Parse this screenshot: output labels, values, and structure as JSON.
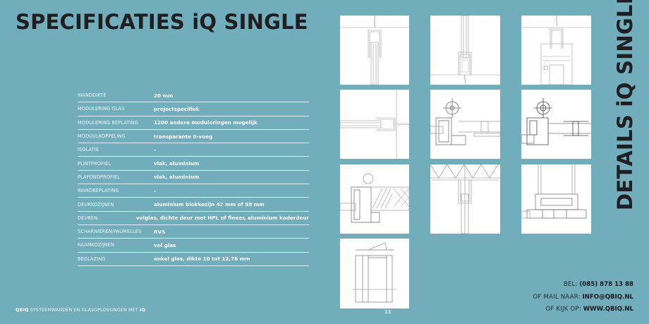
{
  "header": {
    "title": "SPECIFICATIES iQ SINGLE"
  },
  "specs": [
    {
      "label": "WANDDIKTE",
      "value": "20 mm"
    },
    {
      "label": "MODULERING GLAS",
      "value": "projectspecifiek"
    },
    {
      "label": "MODULERING BEPLATING",
      "value": "1200 andere moduleringen mogelijk"
    },
    {
      "label": "MODUULKOPPELING",
      "value": "transparante 0-voeg"
    },
    {
      "label": "ISOLATIE",
      "value": "-"
    },
    {
      "label": "PLINTPROFIEL",
      "value": "vlak, aluminium"
    },
    {
      "label": "PLAFONDPROFIEL",
      "value": "vlak, aluminium"
    },
    {
      "label": "WANDBEPLATING",
      "value": "-"
    },
    {
      "label": "DEURKOZIJNEN",
      "value": "aluminium blokkozijn 42 mm of 58 mm"
    },
    {
      "label": "DEUREN",
      "value": "volglas, dichte deur met HPL of fineer, aluminium kaderdeur"
    },
    {
      "label": "SCHARNIEREN/PAUMELLES",
      "value": "RVS"
    },
    {
      "label": "RAAMKOZIJNEN",
      "value": "vol glas"
    },
    {
      "label": "BEGLAZING",
      "value": "enkel glas, dikte 10 tot 12,76 mm"
    }
  ],
  "footer": {
    "brand": "QBIQ",
    "text": "SYSTEEMWANDEN EN GLASOPLOSSINGEN MET",
    "suffix": "iQ"
  },
  "details": {
    "side_title": "DETAILS iQ SINGLE",
    "page_number": "11",
    "drawings": [
      "ceiling-connection-detail",
      "floor-connection-detail",
      "ceiling-door-frame-detail",
      "wall-connection-detail",
      "door-frame-hinge-detail",
      "door-frame-hinge-double-detail",
      "door-frame-panel-detail",
      "suspended-ceiling-detail",
      "window-frame-detail",
      "door-elevation-detail"
    ]
  },
  "contact": {
    "phone_label": "BEL:",
    "phone": "(085) 878 13 88",
    "mail_label": "OF MAIL NAAR:",
    "mail": "INFO@QBIQ.NL",
    "web_label": "OF KIJK OP:",
    "web": "WWW.QBIQ.NL"
  },
  "colors": {
    "background": "#72adbb",
    "title": "#1f1f22",
    "panel": "#ffffff"
  }
}
